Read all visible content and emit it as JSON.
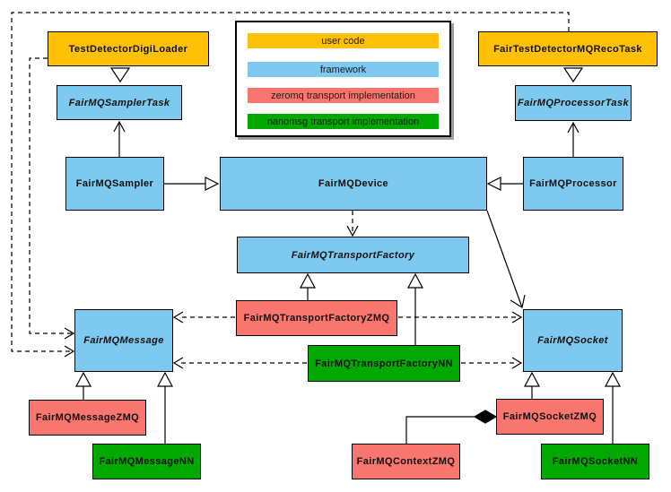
{
  "diagram": {
    "background": "#ffffff",
    "line_color": "#000000",
    "legend": {
      "items": [
        {
          "label": "user code",
          "color": "#FFC107"
        },
        {
          "label": "framework",
          "color": "#7EC9F0"
        },
        {
          "label": "zeromq transport implementation",
          "color": "#F8766D"
        },
        {
          "label": "nanomsg transport implementation",
          "color": "#00A800"
        }
      ]
    },
    "nodes": {
      "test_detector_digi_loader": {
        "label": "TestDetectorDigiLoader",
        "category": "user code",
        "abstract": false
      },
      "fair_test_detector_mq_reco_task": {
        "label": "FairTestDetectorMQRecoTask",
        "category": "user code",
        "abstract": false
      },
      "fair_mq_sampler_task": {
        "label": "FairMQSamplerTask",
        "category": "framework",
        "abstract": true
      },
      "fair_mq_processor_task": {
        "label": "FairMQProcessorTask",
        "category": "framework",
        "abstract": true
      },
      "fair_mq_sampler": {
        "label": "FairMQSampler",
        "category": "framework",
        "abstract": false
      },
      "fair_mq_device": {
        "label": "FairMQDevice",
        "category": "framework",
        "abstract": false
      },
      "fair_mq_processor": {
        "label": "FairMQProcessor",
        "category": "framework",
        "abstract": false
      },
      "fair_mq_transport_factory": {
        "label": "FairMQTransportFactory",
        "category": "framework",
        "abstract": true
      },
      "fair_mq_transport_factory_zmq": {
        "label": "FairMQTransportFactoryZMQ",
        "category": "zeromq transport implementation",
        "abstract": false
      },
      "fair_mq_transport_factory_nn": {
        "label": "FairMQTransportFactoryNN",
        "category": "nanomsg transport implementation",
        "abstract": false
      },
      "fair_mq_message": {
        "label": "FairMQMessage",
        "category": "framework",
        "abstract": true
      },
      "fair_mq_socket": {
        "label": "FairMQSocket",
        "category": "framework",
        "abstract": true
      },
      "fair_mq_message_zmq": {
        "label": "FairMQMessageZMQ",
        "category": "zeromq transport implementation",
        "abstract": false
      },
      "fair_mq_message_nn": {
        "label": "FairMQMessageNN",
        "category": "nanomsg transport implementation",
        "abstract": false
      },
      "fair_mq_context_zmq": {
        "label": "FairMQContextZMQ",
        "category": "zeromq transport implementation",
        "abstract": false
      },
      "fair_mq_socket_zmq": {
        "label": "FairMQSocketZMQ",
        "category": "zeromq transport implementation",
        "abstract": false
      },
      "fair_mq_socket_nn": {
        "label": "FairMQSocketNN",
        "category": "nanomsg transport implementation",
        "abstract": false
      }
    },
    "edges": [
      {
        "from": "TestDetectorDigiLoader",
        "to": "FairMQSamplerTask",
        "type": "inheritance"
      },
      {
        "from": "FairTestDetectorMQRecoTask",
        "to": "FairMQProcessorTask",
        "type": "inheritance"
      },
      {
        "from": "FairMQSampler",
        "to": "FairMQSamplerTask",
        "type": "association"
      },
      {
        "from": "FairMQProcessor",
        "to": "FairMQProcessorTask",
        "type": "association"
      },
      {
        "from": "FairMQSampler",
        "to": "FairMQDevice",
        "type": "inheritance"
      },
      {
        "from": "FairMQProcessor",
        "to": "FairMQDevice",
        "type": "inheritance"
      },
      {
        "from": "FairMQDevice",
        "to": "FairMQTransportFactory",
        "type": "dashed-dependency"
      },
      {
        "from": "FairMQDevice",
        "to": "FairMQSocket",
        "type": "association"
      },
      {
        "from": "FairMQTransportFactoryZMQ",
        "to": "FairMQTransportFactory",
        "type": "inheritance"
      },
      {
        "from": "FairMQTransportFactoryNN",
        "to": "FairMQTransportFactory",
        "type": "inheritance"
      },
      {
        "from": "FairMQTransportFactoryZMQ",
        "to": "FairMQMessage",
        "type": "dashed-dependency"
      },
      {
        "from": "FairMQTransportFactoryZMQ",
        "to": "FairMQSocket",
        "type": "dashed-dependency"
      },
      {
        "from": "FairMQTransportFactoryNN",
        "to": "FairMQMessage",
        "type": "dashed-dependency"
      },
      {
        "from": "FairMQTransportFactoryNN",
        "to": "FairMQSocket",
        "type": "dashed-dependency"
      },
      {
        "from": "TestDetectorDigiLoader",
        "to": "FairMQMessage",
        "type": "dashed-dependency"
      },
      {
        "from": "FairTestDetectorMQRecoTask",
        "to": "FairMQMessage",
        "type": "dashed-dependency"
      },
      {
        "from": "FairMQMessageZMQ",
        "to": "FairMQMessage",
        "type": "inheritance"
      },
      {
        "from": "FairMQMessageNN",
        "to": "FairMQMessage",
        "type": "inheritance"
      },
      {
        "from": "FairMQSocketZMQ",
        "to": "FairMQSocket",
        "type": "inheritance"
      },
      {
        "from": "FairMQSocketNN",
        "to": "FairMQSocket",
        "type": "inheritance"
      },
      {
        "from": "FairMQContextZMQ",
        "to": "FairMQSocketZMQ",
        "type": "composition"
      }
    ]
  }
}
